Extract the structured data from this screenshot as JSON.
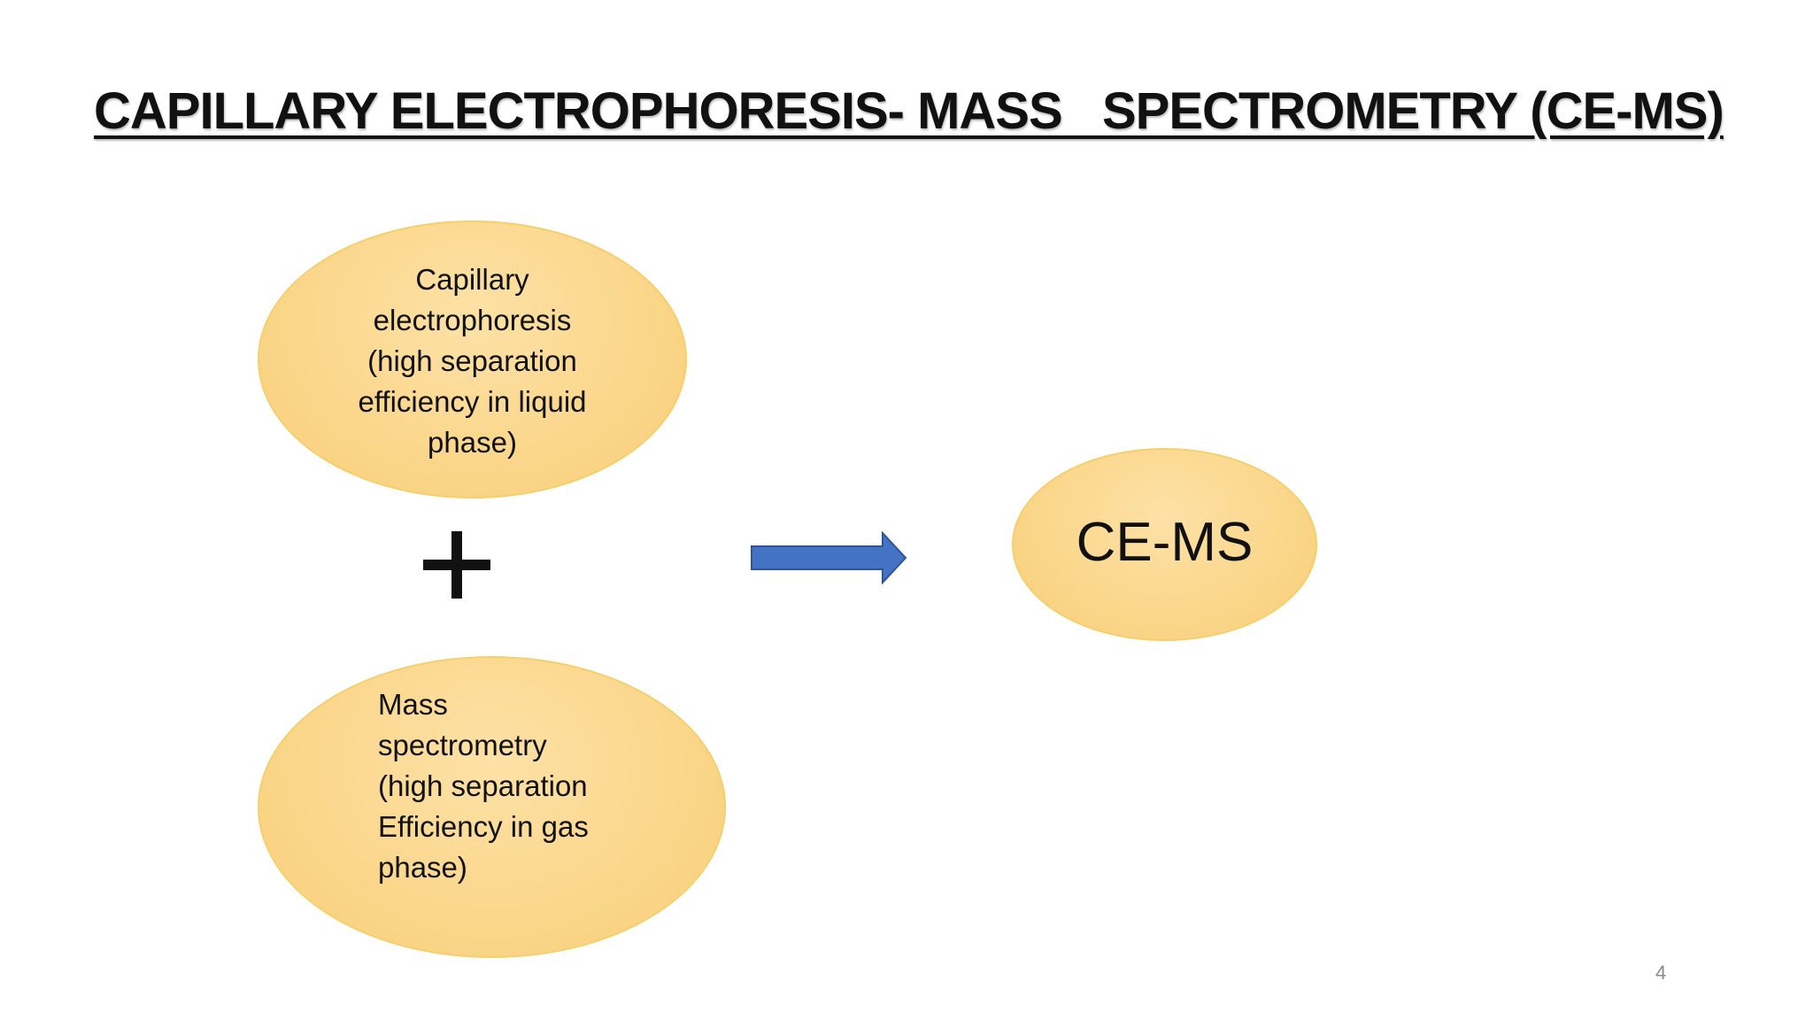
{
  "slide": {
    "title": "CAPILLARY ELECTROPHORESIS- MASS   SPECTROMETRY (CE-MS)",
    "page_number": "4"
  },
  "diagram": {
    "node_ce": {
      "lines": [
        "Capillary",
        "electrophoresis",
        "(high separation",
        "efficiency in liquid",
        "phase)"
      ]
    },
    "node_ms": {
      "lines": [
        "Mass",
        "spectrometry",
        "(high separation",
        "Efficiency in gas",
        "phase)"
      ]
    },
    "node_result": {
      "label": "CE-MS"
    },
    "operator_icon": "plus-icon",
    "connector_icon": "right-arrow-icon"
  },
  "colors": {
    "ellipse_fill": "#fbd78c",
    "ellipse_border": "#f6cf6a",
    "arrow_fill": "#4472c4",
    "arrow_border": "#2f5597",
    "text": "#111111",
    "page_number": "#8a8a8a"
  }
}
